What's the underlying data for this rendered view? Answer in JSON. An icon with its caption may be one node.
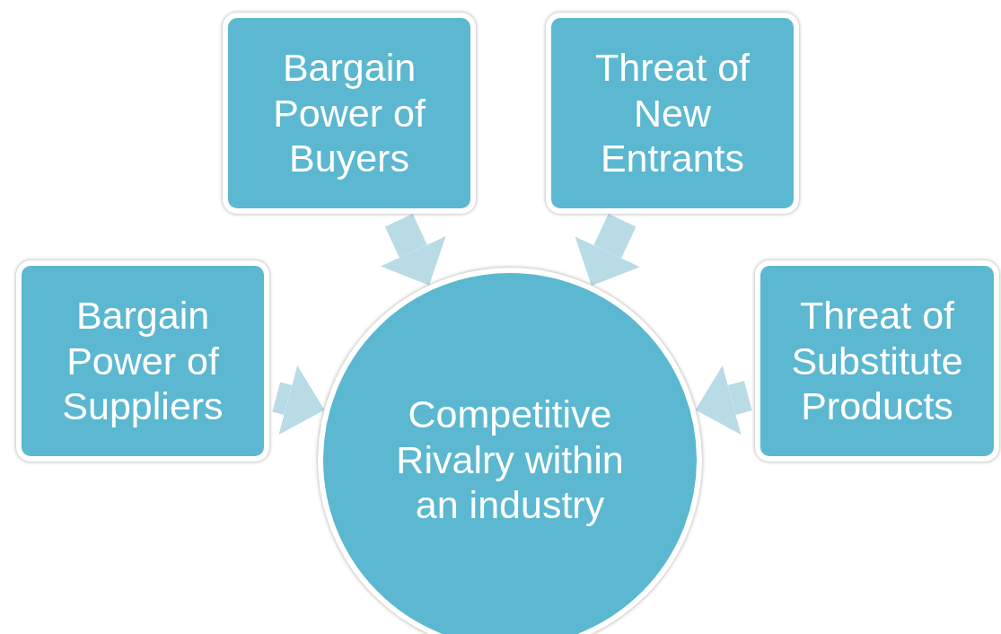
{
  "diagram": {
    "nodes": [
      {
        "text": [
          "Bargain Power of Buyers"
        ]
      },
      {
        "text": [
          "Threat of New Entrants"
        ]
      },
      {
        "text": [
          "Bargain Power of Suppliers"
        ]
      },
      {
        "text": [
          "Threat of Substitute Products"
        ]
      },
      {
        "text": [
          "Competitive Rivalry within an industry"
        ]
      }
    ],
    "edges": [
      {
        "from": 0,
        "to": 4,
        "arrow": "to"
      },
      {
        "from": 1,
        "to": 4,
        "arrow": "to"
      },
      {
        "from": 2,
        "to": 4,
        "arrow": "to"
      },
      {
        "from": 3,
        "to": 4,
        "arrow": "to"
      }
    ]
  }
}
